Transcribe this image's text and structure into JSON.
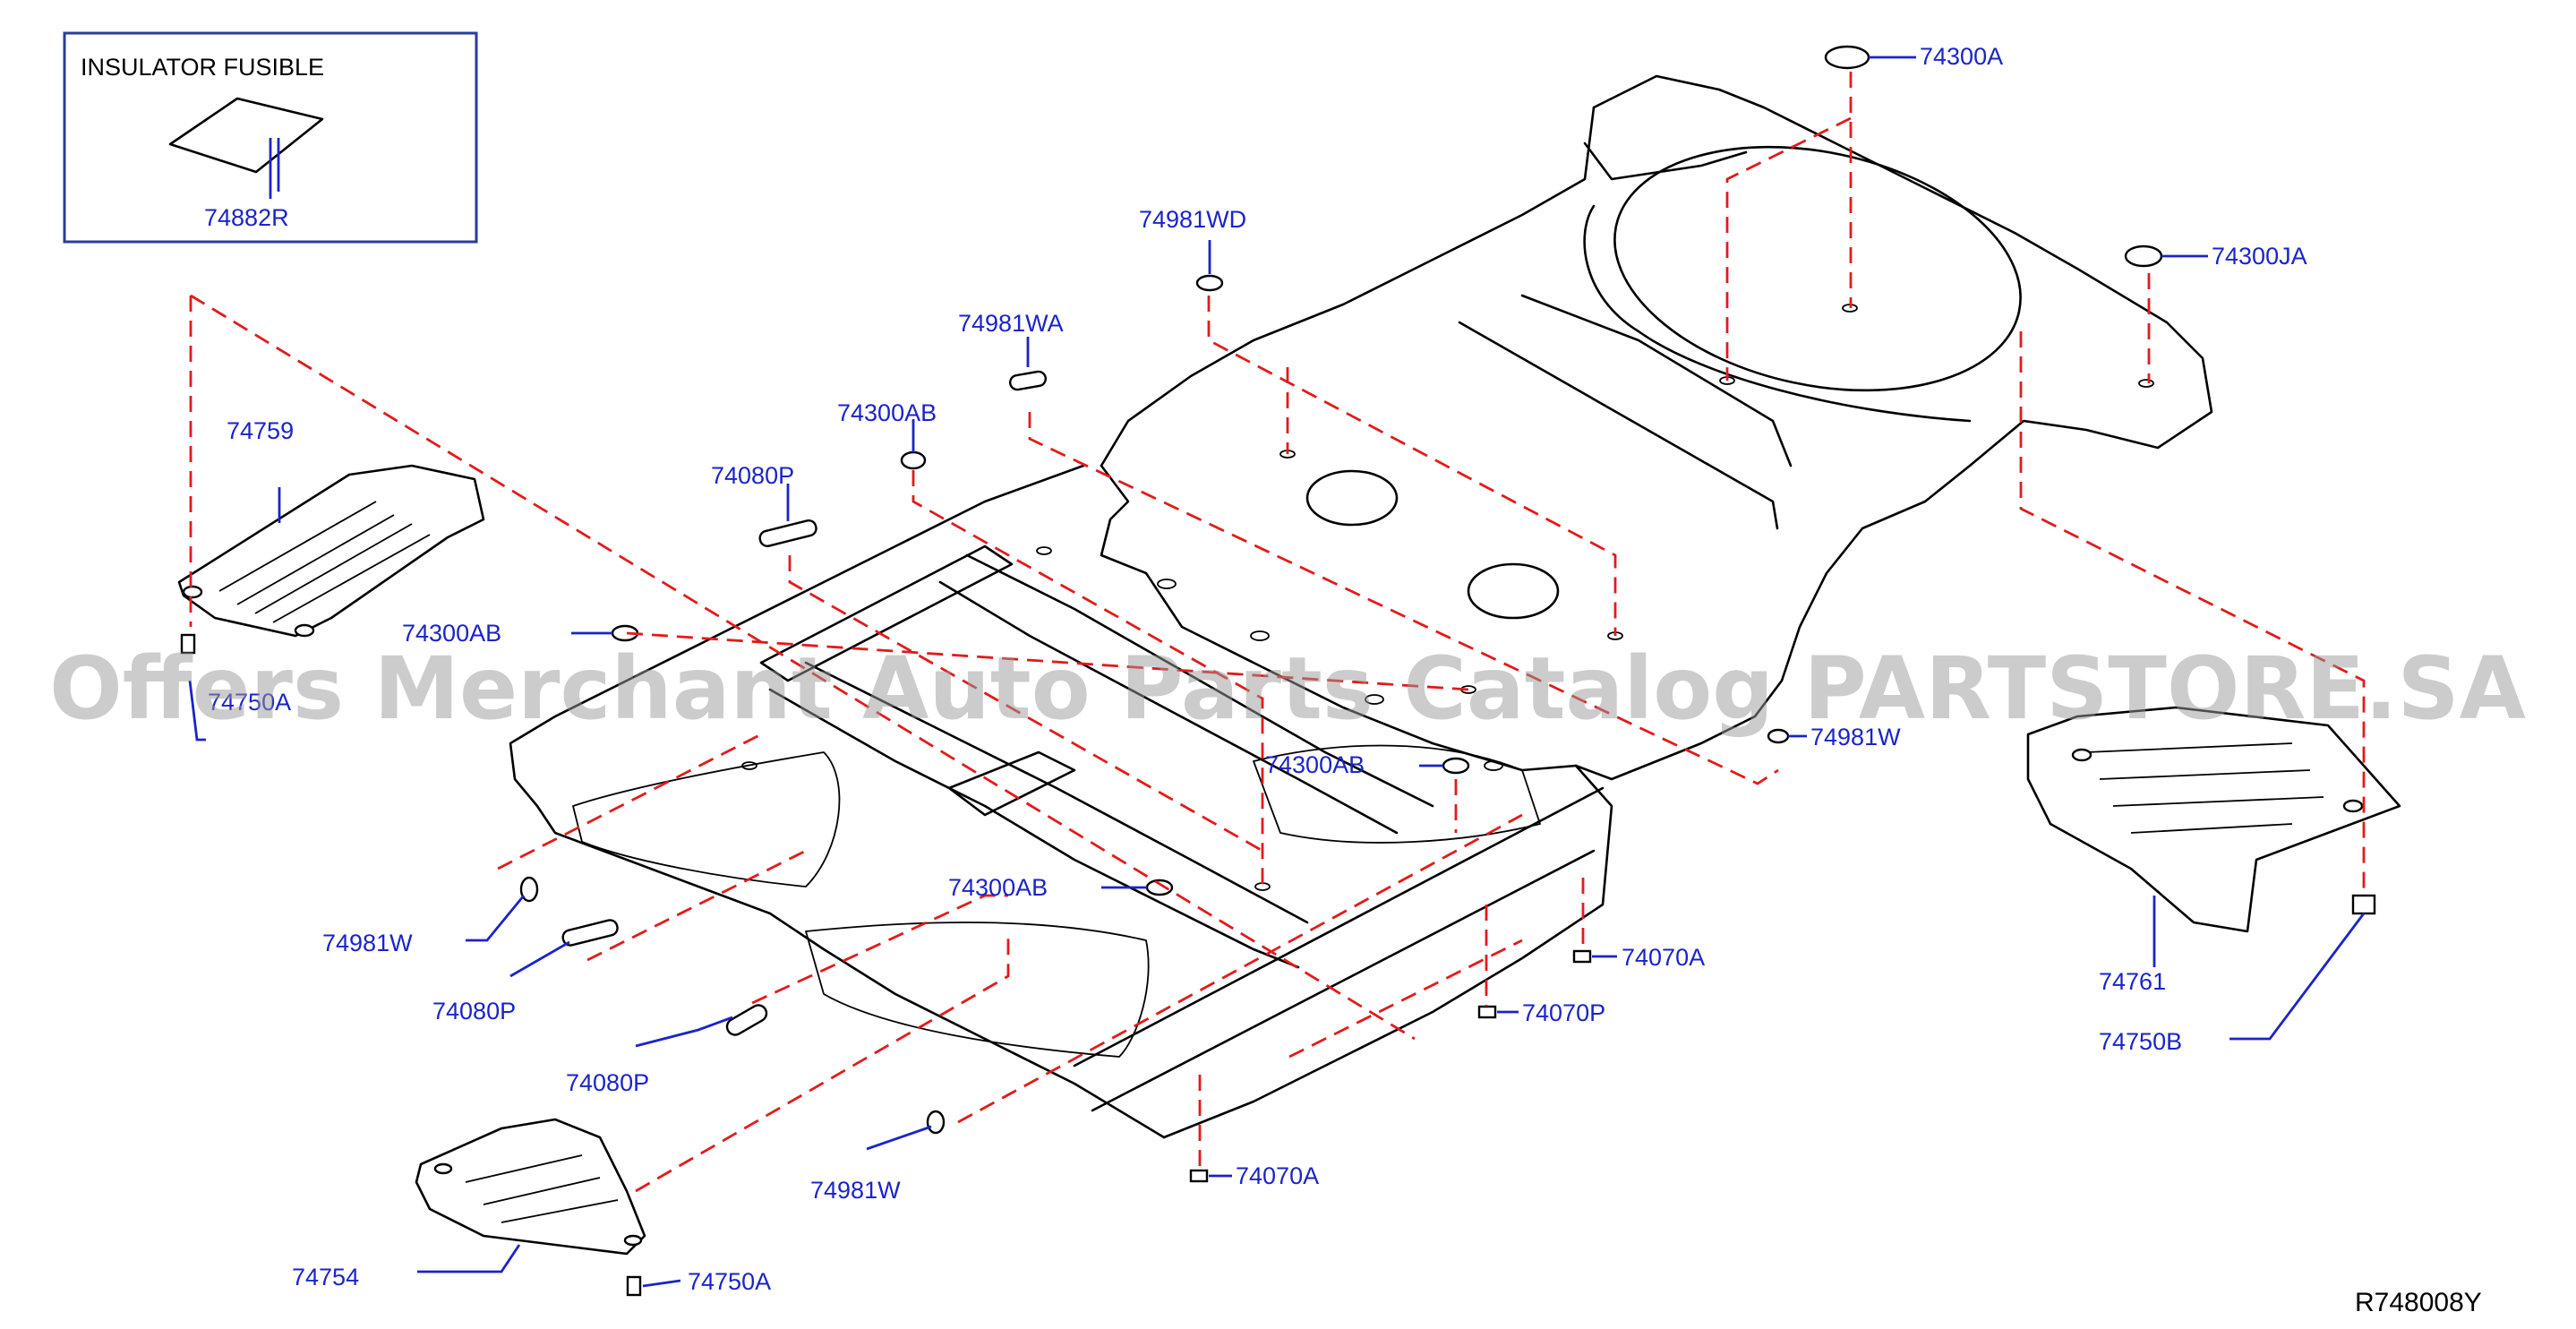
{
  "legend": {
    "title": "INSULATOR   FUSIBLE",
    "part": "74882R"
  },
  "reference_code": "R748008Y",
  "watermark": "Offers Merchant Auto Parts Catalog PARTSTORE.SA",
  "colors": {
    "label": "#1b24c8",
    "dash": "#e11b1b",
    "line": "#000000",
    "watermark": "#9a9a9a"
  },
  "parts": {
    "p74300A": "74300A",
    "p74300JA": "74300JA",
    "p74981WD": "74981WD",
    "p74981WA": "74981WA",
    "p74300AB_top": "74300AB",
    "p74080P_top": "74080P",
    "p74759": "74759",
    "p74300AB_left": "74300AB",
    "p74750A_left": "74750A",
    "p74981W_right": "74981W",
    "p74300AB_mid": "74300AB",
    "p74300AB_low": "74300AB",
    "p74981W_left": "74981W",
    "p74080P_left": "74080P",
    "p74080P_low": "74080P",
    "p74981W_low": "74981W",
    "p74754": "74754",
    "p74750A_bottom": "74750A",
    "p74070A_upper": "74070A",
    "p74070P": "74070P",
    "p74070A_lower": "74070A",
    "p74761": "74761",
    "p74750B": "74750B"
  }
}
